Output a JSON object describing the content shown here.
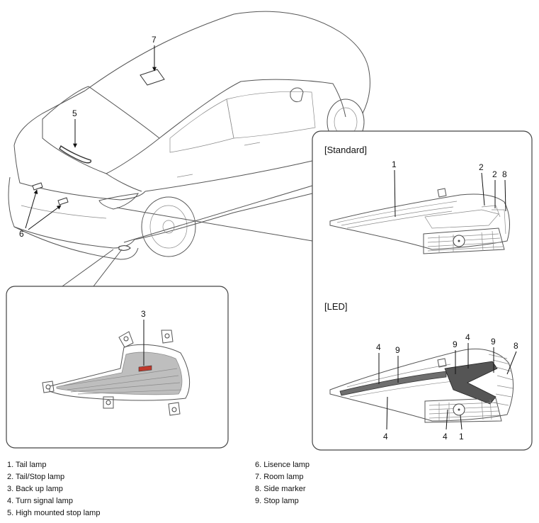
{
  "figure": {
    "panels": {
      "standard_title": "[Standard]",
      "led_title": "[LED]"
    },
    "callouts": {
      "room_lamp": "7",
      "high_stop": "5",
      "license": "6",
      "backup": "3",
      "std_tail": "1",
      "std_tail_stop": "2",
      "std_tail_stop_b": "2",
      "std_side_marker": "8",
      "led_turn_top": "4",
      "led_stop_top": "9",
      "led_stop_mid": "9",
      "led_turn_mid": "4",
      "led_stop_right": "9",
      "led_side_marker": "8",
      "led_turn_bottom": "4",
      "led_turn_bottom_b": "4",
      "led_tail_bottom": "1"
    }
  },
  "legend": {
    "left": [
      "1. Tail lamp",
      "2. Tail/Stop lamp",
      "3. Back up lamp",
      "4. Turn signal lamp",
      "5. High mounted stop lamp"
    ],
    "right": [
      "6. Lisence lamp",
      "7. Room lamp",
      "8. Side marker",
      "9. Stop lamp"
    ]
  }
}
